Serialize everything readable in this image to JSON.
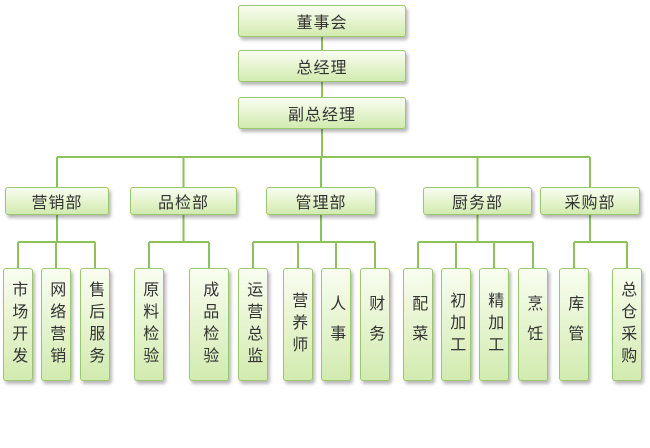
{
  "chart": {
    "top": [
      "董事会",
      "总经理",
      "副总经理"
    ],
    "departments": [
      {
        "name": "营销部",
        "units": [
          "市场开发",
          "网络营销",
          "售后服务"
        ]
      },
      {
        "name": "品检部",
        "units": [
          "原料检验",
          "成品检验"
        ]
      },
      {
        "name": "管理部",
        "units": [
          "运营总监",
          "营养师",
          "人事",
          "财务"
        ]
      },
      {
        "name": "厨务部",
        "units": [
          "配菜",
          "初加工",
          "精加工",
          "烹饪"
        ]
      },
      {
        "name": "采购部",
        "units": [
          "库管",
          "总仓采购"
        ]
      }
    ]
  },
  "colors": {
    "line": "#8dc15a",
    "border": "#9bc86c",
    "fill_top": "#f9fdf1",
    "fill_bottom": "#d2ebb0",
    "text": "#333333"
  }
}
